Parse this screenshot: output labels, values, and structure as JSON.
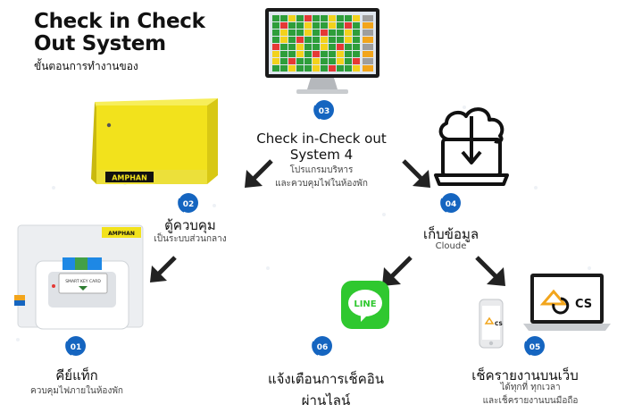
{
  "header": {
    "title_line1": "Check in Check",
    "title_line2": "Out System",
    "subtitle": "ขั้นตอนการทำงานของ"
  },
  "colors": {
    "accent": "#1565c0",
    "cabinet_yellow": "#f2e21c",
    "line_green": "#2fc82f",
    "arrow": "#222222"
  },
  "steps": [
    {
      "number": "01",
      "label": "คีย์แท็ก",
      "sub": "ควบคุมไฟภายในห้องพัก"
    },
    {
      "number": "02",
      "label": "ตู้ควบคุม",
      "sub": "เป็นระบบส่วนกลาง"
    },
    {
      "number": "03",
      "label_line1": "Check in-Check out",
      "label_line2": "System 4",
      "sub_line1": "โปรแกรมบริหาร",
      "sub_line2": "และควบคุมไฟในห้องพัก"
    },
    {
      "number": "04",
      "label": "เก็บข้อมูล",
      "sub": "Cloude"
    },
    {
      "number": "05",
      "label": "เช็ครายงานบนเว็บ",
      "sub_line1": "ได้ทุกที่ ทุกเวลา",
      "sub_line2": "และเช็ครายงานบนมือถือ"
    },
    {
      "number": "06",
      "label_line1": "แจ้งเตือนการเช็คอิน",
      "label_line2": "ผ่านไลน์"
    }
  ],
  "brand": {
    "amphan": "AMPHAN",
    "line_logo": "LINE",
    "ccs_logo": "CS",
    "keycard": "SMART KEY CARD"
  },
  "icons": [
    "monitor-icon",
    "cabinet-icon",
    "cloud-download-icon",
    "keycard-reader-icon",
    "line-app-icon",
    "laptop-icon",
    "phone-icon"
  ]
}
